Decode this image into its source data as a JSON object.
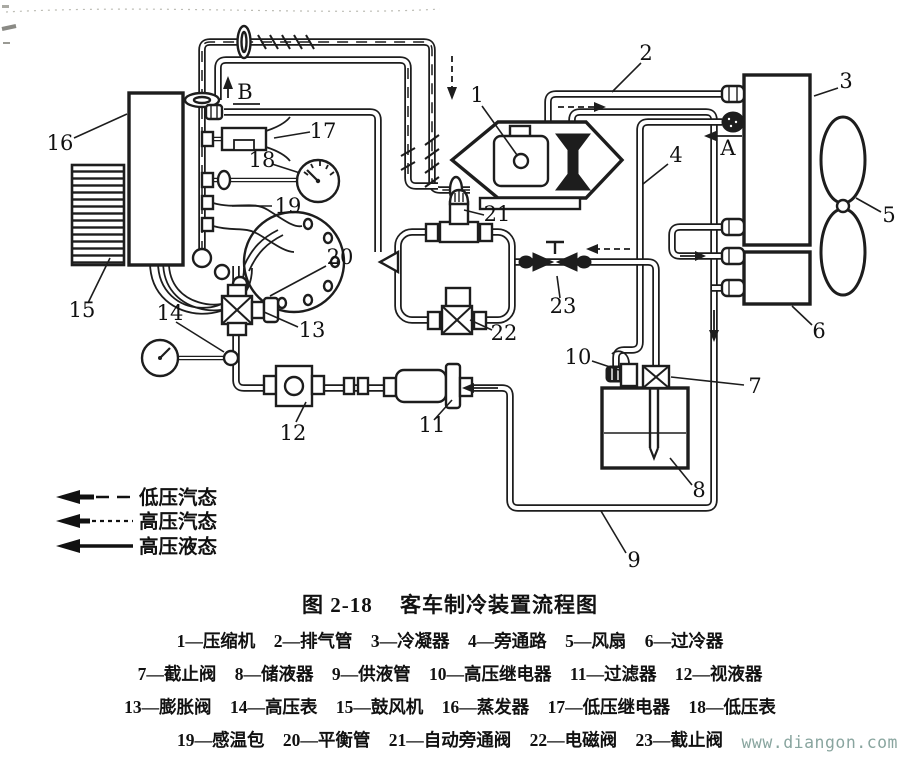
{
  "figure": {
    "number": "图 2-18",
    "title": "客车制冷装置流程图"
  },
  "legend": {
    "items": [
      {
        "style": "long-dash",
        "label": "低压汽态"
      },
      {
        "style": "short-dash",
        "label": "高压汽态"
      },
      {
        "style": "solid",
        "label": "高压液态"
      }
    ]
  },
  "callouts": {
    "n1": "1",
    "n2": "2",
    "n3": "3",
    "n4": "4",
    "n5": "5",
    "n6": "6",
    "n7": "7",
    "n8": "8",
    "n9": "9",
    "n10": "10",
    "n11": "11",
    "n12": "12",
    "n13": "13",
    "n14": "14",
    "n15": "15",
    "n16": "16",
    "n17": "17",
    "n18": "18",
    "n19": "19",
    "n20": "20",
    "n21": "21",
    "n22": "22",
    "n23": "23",
    "A": "A",
    "B": "B"
  },
  "parts_list": {
    "rows": [
      [
        "1—压缩机",
        "2—排气管",
        "3—冷凝器",
        "4—旁通路",
        "5—风扇",
        "6—过冷器"
      ],
      [
        "7—截止阀",
        "8—储液器",
        "9—供液管",
        "10—高压继电器",
        "11—过滤器",
        "12—视液器"
      ],
      [
        "13—膨胀阀",
        "14—高压表",
        "15—鼓风机",
        "16—蒸发器",
        "17—低压继电器",
        "18—低压表"
      ],
      [
        "19—感温包",
        "20—平衡管",
        "21—自动旁通阀",
        "22—电磁阀",
        "23—截止阀"
      ]
    ]
  },
  "watermark": "www.diangon.com",
  "colors": {
    "ink": "#1d1d1d",
    "paper": "#ffffff",
    "watermark": "#7d9c95"
  }
}
